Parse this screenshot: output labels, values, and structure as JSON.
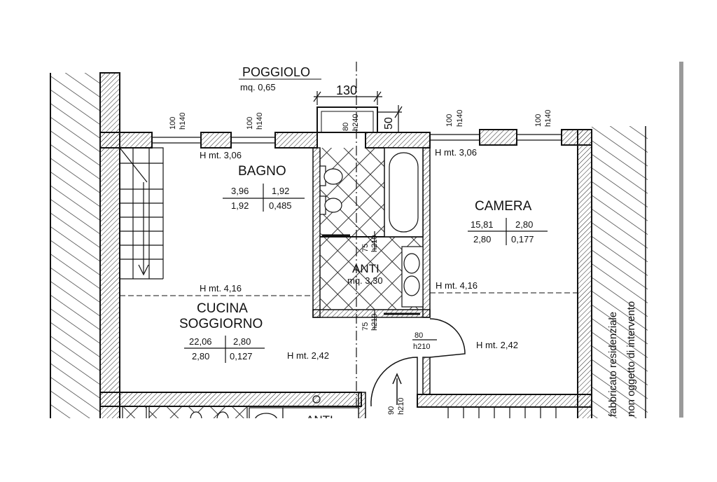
{
  "balcony": {
    "name": "POGGIOLO",
    "area": "mq. 0,65"
  },
  "dimensions": {
    "width_130": "130",
    "width_50": "50"
  },
  "windows": [
    {
      "id": "w1",
      "width": "100",
      "height": "h140"
    },
    {
      "id": "w2",
      "width": "100",
      "height": "h140"
    },
    {
      "id": "w3",
      "width": "100",
      "height": "h140"
    },
    {
      "id": "w4",
      "width": "100",
      "height": "h140"
    }
  ],
  "balcony_door": {
    "width": "80",
    "height": "h240"
  },
  "bagno": {
    "name": "BAGNO",
    "height": "H mt. 3,06",
    "table": {
      "r1c1": "3,96",
      "r1c2": "1,92",
      "r2c1": "1,92",
      "r2c2": "0,485"
    }
  },
  "camera": {
    "name": "CAMERA",
    "height_top": "H mt. 3,06",
    "height_mid": "H mt. 4,16",
    "height_low": "H mt. 2,42",
    "table": {
      "r1c1": "15,81",
      "r1c2": "2,80",
      "r2c1": "2,80",
      "r2c2": "0,177"
    }
  },
  "anti": {
    "name": "ANTI",
    "area": "mq. 3,30"
  },
  "cucina": {
    "name_line1": "CUCINA",
    "name_line2": "SOGGIORNO",
    "height_mid": "H mt. 4,16",
    "height_low": "H mt. 2,42",
    "table": {
      "r1c1": "22,06",
      "r1c2": "2,80",
      "r2c1": "2,80",
      "r2c2": "0,127"
    }
  },
  "doors": [
    {
      "id": "d1",
      "width": "75",
      "height": "h210"
    },
    {
      "id": "d2",
      "width": "75",
      "height": "h210"
    },
    {
      "id": "d3",
      "width": "80",
      "height": "h210"
    },
    {
      "id": "d4",
      "width": "90",
      "height": "h210"
    }
  ],
  "anti_lower": {
    "name": "ANTI"
  },
  "side_note": {
    "line1": "fabbricato residenziale",
    "line2": "non oggetto di intervento"
  },
  "colors": {
    "ink": "#111111",
    "paper": "#ffffff",
    "frame": "#9a9a9a"
  }
}
